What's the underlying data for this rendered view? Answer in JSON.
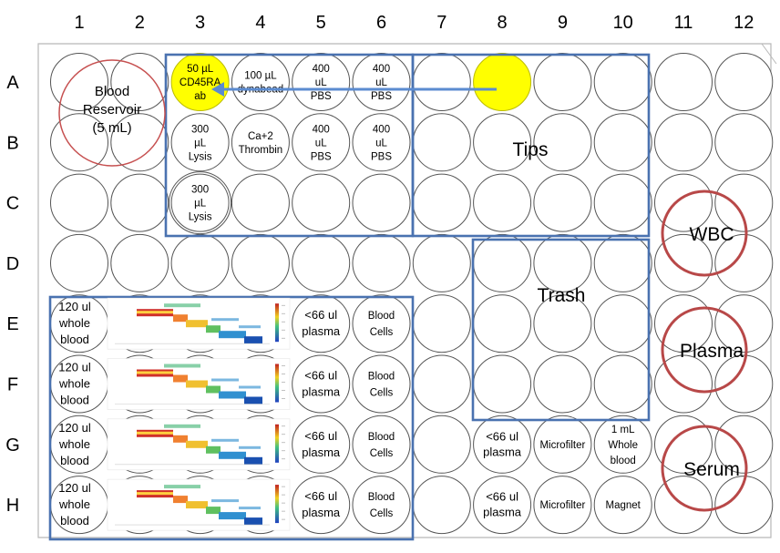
{
  "columns": [
    "1",
    "2",
    "3",
    "4",
    "5",
    "6",
    "7",
    "8",
    "9",
    "10",
    "11",
    "12"
  ],
  "rows": [
    "A",
    "B",
    "C",
    "D",
    "E",
    "F",
    "G",
    "H"
  ],
  "reservoir": {
    "lines": [
      "Blood",
      "Reservoir",
      "(5 mL)"
    ]
  },
  "reagent_wells": {
    "A3": [
      "50 µL",
      "CD45RA",
      "ab"
    ],
    "A4": [
      "100 µL",
      "dynabead"
    ],
    "A5": [
      "400",
      "uL",
      "PBS"
    ],
    "A6": [
      "400",
      "uL",
      "PBS"
    ],
    "B3": [
      "300",
      "µL",
      "Lysis"
    ],
    "B4": [
      "Ca+2",
      "Thrombin"
    ],
    "B5": [
      "400",
      "uL",
      "PBS"
    ],
    "B6": [
      "400",
      "uL",
      "PBS"
    ],
    "C3": [
      "300",
      "µL",
      "Lysis"
    ]
  },
  "sample_rows": [
    {
      "row": "E",
      "input": [
        "120 ul",
        "whole",
        "blood"
      ],
      "plasma": [
        "<66 ul",
        "plasma"
      ],
      "cells": [
        "Blood",
        "Cells"
      ]
    },
    {
      "row": "F",
      "input": [
        "120 ul",
        "whole",
        "blood"
      ],
      "plasma": [
        "<66 ul",
        "plasma"
      ],
      "cells": [
        "Blood",
        "Cells"
      ]
    },
    {
      "row": "G",
      "input": [
        "120 ul",
        "whole",
        "blood"
      ],
      "plasma": [
        "<66 ul",
        "plasma"
      ],
      "cells": [
        "Blood",
        "Cells"
      ]
    },
    {
      "row": "H",
      "input": [
        "120 ul",
        "whole",
        "blood"
      ],
      "plasma": [
        "<66 ul",
        "plasma"
      ],
      "cells": [
        "Blood",
        "Cells"
      ]
    }
  ],
  "lower_right_wells": {
    "G8": [
      "<66 ul",
      "plasma"
    ],
    "G9": [
      "Microfilter"
    ],
    "G10": [
      "1 mL",
      "Whole",
      "blood"
    ],
    "H8": [
      "<66 ul",
      "plasma"
    ],
    "H9": [
      "Microfilter"
    ],
    "H10": [
      "Magnet"
    ]
  },
  "zones": {
    "tips": "Tips",
    "trash": "Trash"
  },
  "big_wells": [
    "WBC",
    "Plasma",
    "Serum"
  ],
  "colors": {
    "well_outline": "#555555",
    "highlight_fill": "#ffff00",
    "highlight_stroke": "#bbbb00",
    "box_blue": "#4a72b0",
    "arrow_blue": "#5b8bd0",
    "reservoir_red": "#c65050",
    "big_red": "#b84848"
  }
}
